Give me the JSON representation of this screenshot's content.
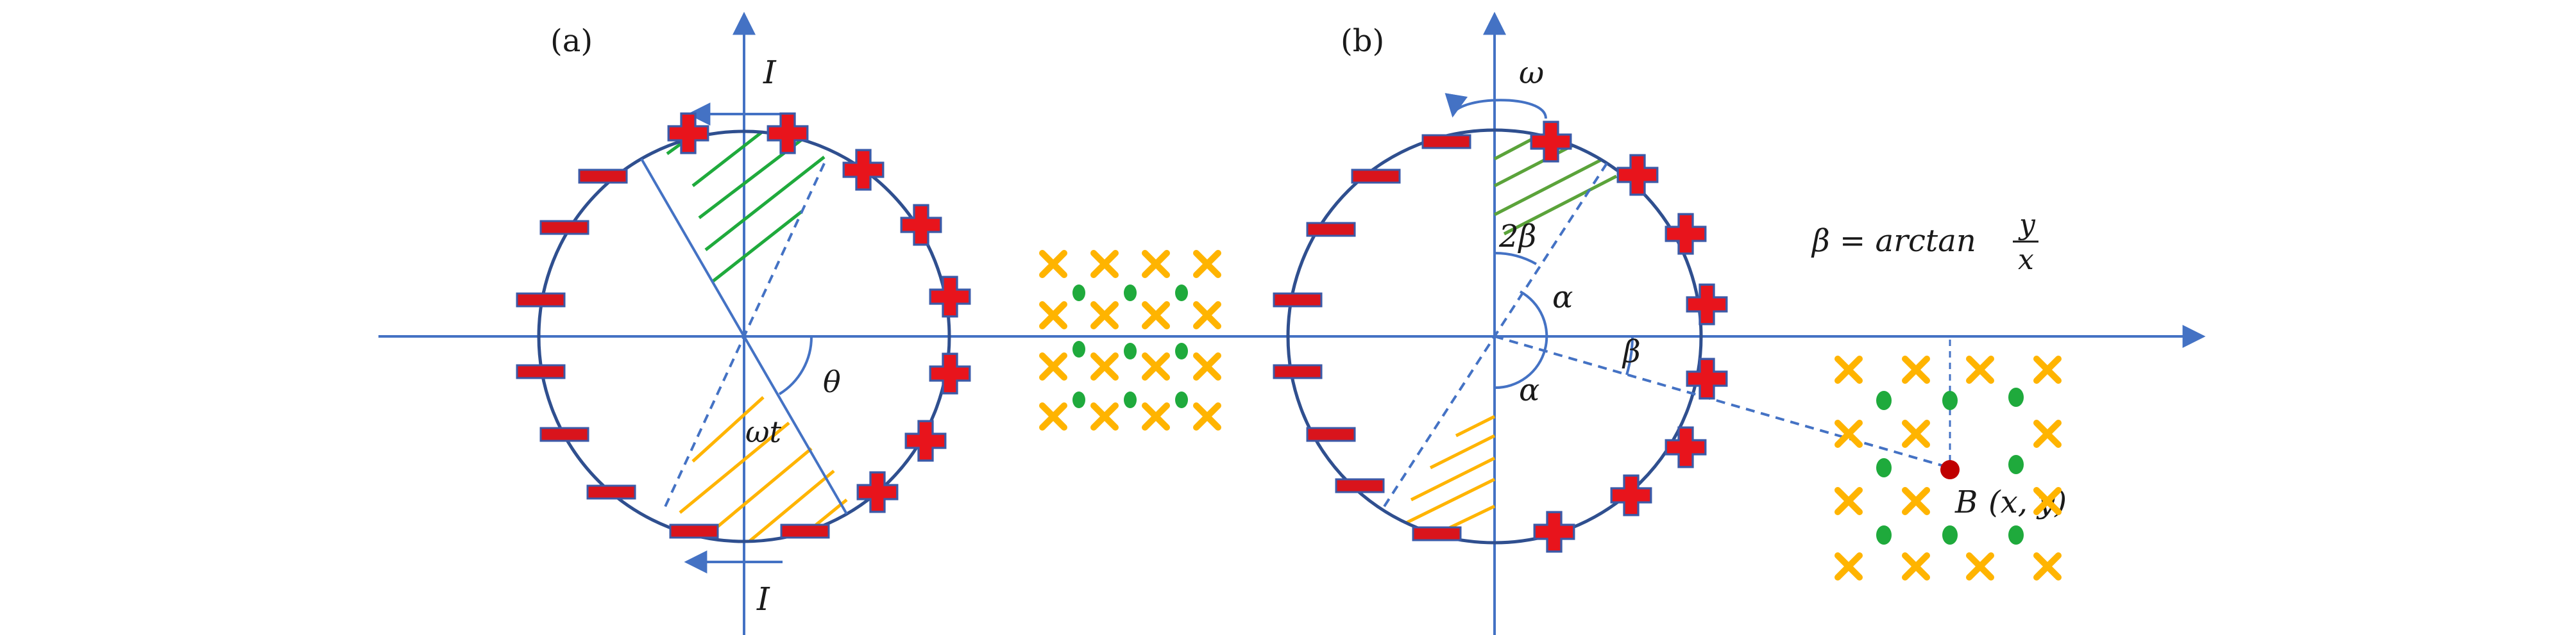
{
  "panel_a": {
    "label": "(a)",
    "current_top": "I",
    "current_bottom": "I",
    "theta": "θ",
    "omega_t": "ωt"
  },
  "panel_b": {
    "label": "(b)",
    "omega": "ω",
    "two_beta": "2β",
    "alpha_upper": "α",
    "alpha_lower": "α",
    "beta": "β",
    "point_b": "B",
    "point_coords": "(x, y)",
    "formula_lhs": "β = arctan",
    "formula_num": "y",
    "formula_den": "x"
  },
  "colors": {
    "axis": "#4472c4",
    "circle": "#2f4f8f",
    "positive": "#e8141c",
    "negative": "#d9141c",
    "green": "#1faa3c",
    "yellow": "#ffb400",
    "point": "#c00000"
  }
}
